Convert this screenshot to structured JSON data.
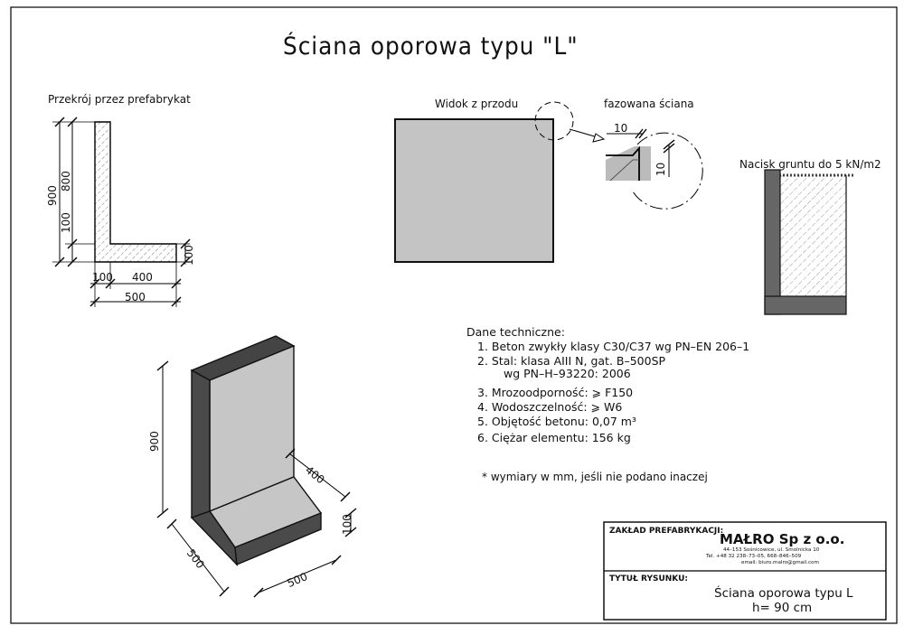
{
  "title": "Ściana oporowa typu  \"L\"",
  "section_label": "Przekrój przez prefabrykat",
  "front_label": "Widok z przodu",
  "chamfer_label": "fazowana ściana",
  "chamfer_dims": {
    "h": "10",
    "v": "10"
  },
  "soil_label": "Nacisk gruntu do 5 kN/m2",
  "section_dims": {
    "height_total": "900",
    "height_wall": "800",
    "height_base": "100",
    "base_thickness": "100",
    "wall_thickness": "100",
    "base_remaining": "400",
    "base_total": "500"
  },
  "iso_dims": {
    "height": "900",
    "base_depth": "400",
    "base_thickness": "100",
    "width": "500",
    "length": "500"
  },
  "tech": {
    "heading": "Dane techniczne:",
    "item1": "1.  Beton zwykły klasy C30/C37 wg PN–EN 206–1",
    "item2a": "2.   Stal:   klasa AIII N, gat. B–500SP",
    "item2b": "wg PN–H–93220: 2006",
    "item3": "3. Mrozoodporność: ⩾ F150",
    "item4": "4. Wodoszczelność: ⩾ W6",
    "item5": "5. Objętość betonu:  0,07 m³",
    "item6": "6. Ciężar elementu:   156 kg"
  },
  "note": "* wymiary w mm, jeśli nie podano inaczej",
  "title_block": {
    "plant_label": "ZAKŁAD PREFABRYKACJI:",
    "company": "MAŁRO Sp z o.o.",
    "address": "44–153 Sośnicowice, ul. Smolnicka 10",
    "phone": "Tel. +48 32 238–73–05, 668–846–509",
    "email": "email: biuro.malro@gmail.com",
    "drawing_label": "TYTUŁ RYSUNKU:",
    "drawing_title": "Ściana oporowa typu   L",
    "drawing_sub": "h= 90 cm"
  }
}
